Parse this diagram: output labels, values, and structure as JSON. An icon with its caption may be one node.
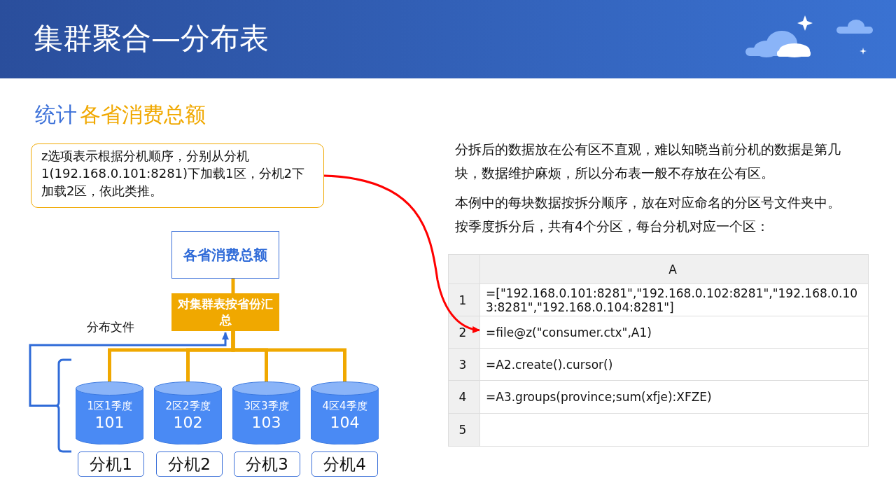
{
  "diagram": {
    "title": "集群聚合—分布表",
    "nodes": [
      {
        "text": [
          "z选项表示根据分机顺序，分别从分机1(192.168.0.101:8281)下加载1区，分机2下加载2区，依此类推。"
        ]
      },
      {
        "text": [
          "各省消费总额"
        ]
      },
      {
        "text": [
          "对集群表按省份汇总"
        ]
      },
      {
        "text": [
          "1区1季度",
          "101"
        ]
      },
      {
        "text": [
          "2区2季度",
          "102"
        ]
      },
      {
        "text": [
          "3区3季度",
          "103"
        ]
      },
      {
        "text": [
          "4区4季度",
          "104"
        ]
      },
      {
        "text": [
          "分机1"
        ]
      },
      {
        "text": [
          "分机2"
        ]
      },
      {
        "text": [
          "分机3"
        ]
      },
      {
        "text": [
          "分机4"
        ]
      },
      {
        "text": [
          "=file@z(\"consumer.ctx\",A1)"
        ]
      },
      {
        "text": [],
        "shape": "bracket"
      }
    ],
    "edges": [
      {
        "from": 0,
        "to": 11,
        "arrow": "to",
        "color": "#ff0000"
      },
      {
        "from": 1,
        "to": 2,
        "arrow": "none"
      },
      {
        "from": 2,
        "to": 3,
        "arrow": "none"
      },
      {
        "from": 2,
        "to": 4,
        "arrow": "none"
      },
      {
        "from": 2,
        "to": 5,
        "arrow": "none"
      },
      {
        "from": 2,
        "to": 6,
        "arrow": "none"
      },
      {
        "from": 12,
        "to": 2,
        "arrow": "to",
        "label": "分布文件",
        "color": "#2f6bd8"
      }
    ],
    "labels": [
      "统计",
      "各省消费总额",
      "分拆后的数据放在公有区不直观，难以知晓当前分机的数据是第几块，数据维护麻烦，所以分布表一般不存放在公有区。",
      "本例中的每块数据按拆分顺序，放在对应命名的分区号文件夹中。按季度拆分后，共有4个分区，每台分机对应一个区：",
      "A",
      "1",
      "=[\"192.168.0.101:8281\",\"192.168.0.102:8281\",\"192.168.0.103:8281\",\"192.168.0.104:8281\"]",
      "2",
      "3",
      "=A2.create().cursor()",
      "4",
      "=A3.groups(province;sum(xfje):XFZE)",
      "5"
    ]
  }
}
